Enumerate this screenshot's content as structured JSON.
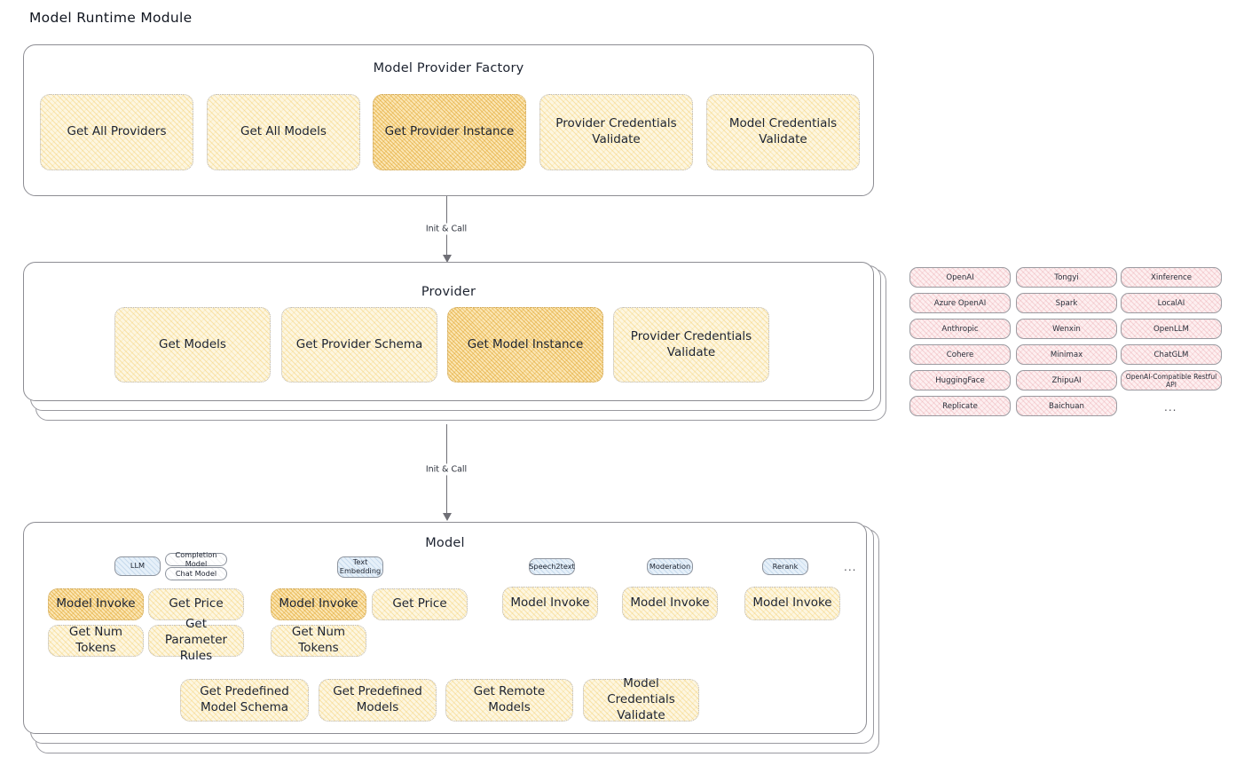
{
  "page": {
    "title": "Model Runtime Module",
    "background": "#ffffff",
    "accent_amber": "#fdf6e0",
    "accent_amber_highlight": "#fbe6b4",
    "accent_pink": "#fdeff0",
    "accent_blue": "#e6f0f9",
    "ellipsis": "..."
  },
  "connectors": [
    {
      "label": "Init & Call",
      "from": "model-provider-factory",
      "to": "provider"
    },
    {
      "label": "Init & Call",
      "from": "provider",
      "to": "model"
    }
  ],
  "factory": {
    "title": "Model Provider Factory",
    "nodes": [
      {
        "label": "Get All Providers",
        "highlighted": false
      },
      {
        "label": "Get All Models",
        "highlighted": false
      },
      {
        "label": "Get Provider Instance",
        "highlighted": true
      },
      {
        "label": "Provider Credentials Validate",
        "highlighted": false
      },
      {
        "label": "Model Credentials Validate",
        "highlighted": false
      }
    ]
  },
  "provider": {
    "title": "Provider",
    "nodes": [
      {
        "label": "Get Models",
        "highlighted": false
      },
      {
        "label": "Get Provider Schema",
        "highlighted": false
      },
      {
        "label": "Get Model Instance",
        "highlighted": true
      },
      {
        "label": "Provider Credentials Validate",
        "highlighted": false
      }
    ]
  },
  "provider_list": {
    "columns": [
      [
        "OpenAI",
        "Azure OpenAI",
        "Anthropic",
        "Cohere",
        "HuggingFace",
        "Replicate"
      ],
      [
        "Tongyi",
        "Spark",
        "Wenxin",
        "Minimax",
        "ZhipuAI",
        "Baichuan"
      ],
      [
        "Xinference",
        "LocalAI",
        "OpenLLM",
        "ChatGLM",
        "OpenAI-Compatible Restful API"
      ]
    ],
    "more": "..."
  },
  "model": {
    "title": "Model",
    "more": "...",
    "types": [
      {
        "badge": "LLM",
        "sub_badges": [
          "Completion Model",
          "Chat Model"
        ],
        "methods": [
          {
            "label": "Model Invoke",
            "highlighted": true
          },
          {
            "label": "Get Price",
            "highlighted": false
          },
          {
            "label": "Get Num Tokens",
            "highlighted": false
          },
          {
            "label": "Get Parameter Rules",
            "highlighted": false
          }
        ]
      },
      {
        "badge": "Text Embedding",
        "sub_badges": [],
        "methods": [
          {
            "label": "Model Invoke",
            "highlighted": true
          },
          {
            "label": "Get Price",
            "highlighted": false
          },
          {
            "label": "Get Num Tokens",
            "highlighted": false
          }
        ]
      },
      {
        "badge": "Speech2text",
        "sub_badges": [],
        "methods": [
          {
            "label": "Model Invoke",
            "highlighted": false
          }
        ]
      },
      {
        "badge": "Moderation",
        "sub_badges": [],
        "methods": [
          {
            "label": "Model Invoke",
            "highlighted": false
          }
        ]
      },
      {
        "badge": "Rerank",
        "sub_badges": [],
        "methods": [
          {
            "label": "Model Invoke",
            "highlighted": false
          }
        ]
      }
    ],
    "shared_methods": [
      "Get Predefined Model Schema",
      "Get Predefined Models",
      "Get Remote Models",
      "Model Credentials Validate"
    ]
  }
}
